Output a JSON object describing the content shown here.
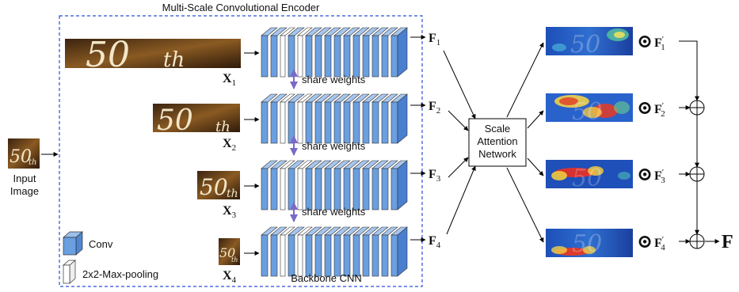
{
  "encoder": {
    "title": "Multi-Scale Convolutional Encoder",
    "backbone": "Backbone CNN"
  },
  "input": {
    "label_line1": "Input",
    "label_line2": "Image"
  },
  "share_weights": "share weights",
  "scales": [
    {
      "x_sym": "X",
      "x_sub": "1",
      "f_sym": "F",
      "f_sub": "1"
    },
    {
      "x_sym": "X",
      "x_sub": "2",
      "f_sym": "F",
      "f_sub": "2"
    },
    {
      "x_sym": "X",
      "x_sub": "3",
      "f_sym": "F",
      "f_sub": "3"
    },
    {
      "x_sym": "X",
      "x_sub": "4",
      "f_sym": "F",
      "f_sub": "4"
    }
  ],
  "attention": {
    "line1": "Scale",
    "line2": "Attention",
    "line3": "Network"
  },
  "weighted": [
    {
      "sym": "F",
      "prime": "′",
      "sub": "1"
    },
    {
      "sym": "F",
      "prime": "′",
      "sub": "2"
    },
    {
      "sym": "F",
      "prime": "′",
      "sub": "3"
    },
    {
      "sym": "F",
      "prime": "′",
      "sub": "4"
    }
  ],
  "output": {
    "sym": "F"
  },
  "legend": {
    "conv": "Conv",
    "pool": "2x2-Max-pooling"
  },
  "image_text": {
    "num": "50",
    "suffix": "th"
  },
  "symbols": {
    "odot": "⊙",
    "oplus": "⊕"
  },
  "colors": {
    "conv_blue": "#6a9fe0",
    "encoder_border": "#2b4fd6",
    "arrow": "#000000",
    "share_arrow": "#7b68c8"
  }
}
